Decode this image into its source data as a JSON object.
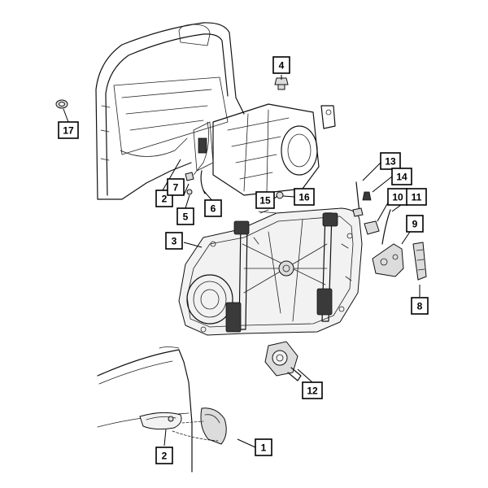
{
  "callouts": [
    {
      "id": "c1",
      "label": "1"
    },
    {
      "id": "c2a",
      "label": "2"
    },
    {
      "id": "c2b",
      "label": "2"
    },
    {
      "id": "c3",
      "label": "3"
    },
    {
      "id": "c4",
      "label": "4"
    },
    {
      "id": "c5",
      "label": "5"
    },
    {
      "id": "c6",
      "label": "6"
    },
    {
      "id": "c7",
      "label": "7"
    },
    {
      "id": "c8",
      "label": "8"
    },
    {
      "id": "c9",
      "label": "9"
    },
    {
      "id": "c10",
      "label": "10"
    },
    {
      "id": "c11",
      "label": "11"
    },
    {
      "id": "c12",
      "label": "12"
    },
    {
      "id": "c13",
      "label": "13"
    },
    {
      "id": "c14",
      "label": "14"
    },
    {
      "id": "c15",
      "label": "15"
    },
    {
      "id": "c16",
      "label": "16"
    },
    {
      "id": "c17",
      "label": "17"
    }
  ]
}
